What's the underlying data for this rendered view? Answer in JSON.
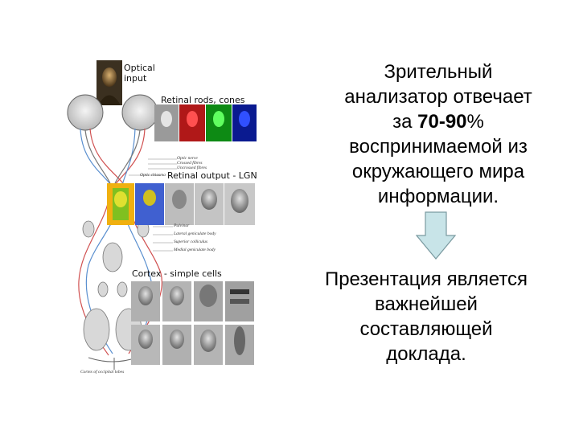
{
  "figure": {
    "labels": {
      "optical_input": "Optical\ninput",
      "retinal_rods": "Retinal rods, cones",
      "retinal_output": "Retinal output - LGN",
      "cortex": "Cortex - simple cells"
    },
    "annotations": {
      "optic_nerve": "Optic nerve",
      "crossed_fibres": "Crossed fibres",
      "uncrossed_fibres": "Uncrossed fibres",
      "optic_chiasma": "Optic chiasma",
      "pulvinar": "Pulvinar",
      "lateral_geniculate": "Lateral geniculate body",
      "superior_colliculus": "Superior colliculus",
      "medial_geniculate": "Medial geniculate body",
      "cortex_occipital": "Cortex of occipital lobes"
    }
  },
  "text": {
    "line1": "Зрительный",
    "line2": "анализатор отвечает",
    "line3_pre": "за ",
    "line3_bold": "70-90",
    "line3_post": "%",
    "line4": "воспринимаемой из",
    "line5": "окружающего мира",
    "line6": "информации.",
    "p2_line1": "Презентация является",
    "p2_line2": "важнейшей",
    "p2_line3": "составляющей",
    "p2_line4": "доклада."
  },
  "colors": {
    "arrow_fill": "#c8e4e8",
    "arrow_stroke": "#7a9aa0"
  }
}
